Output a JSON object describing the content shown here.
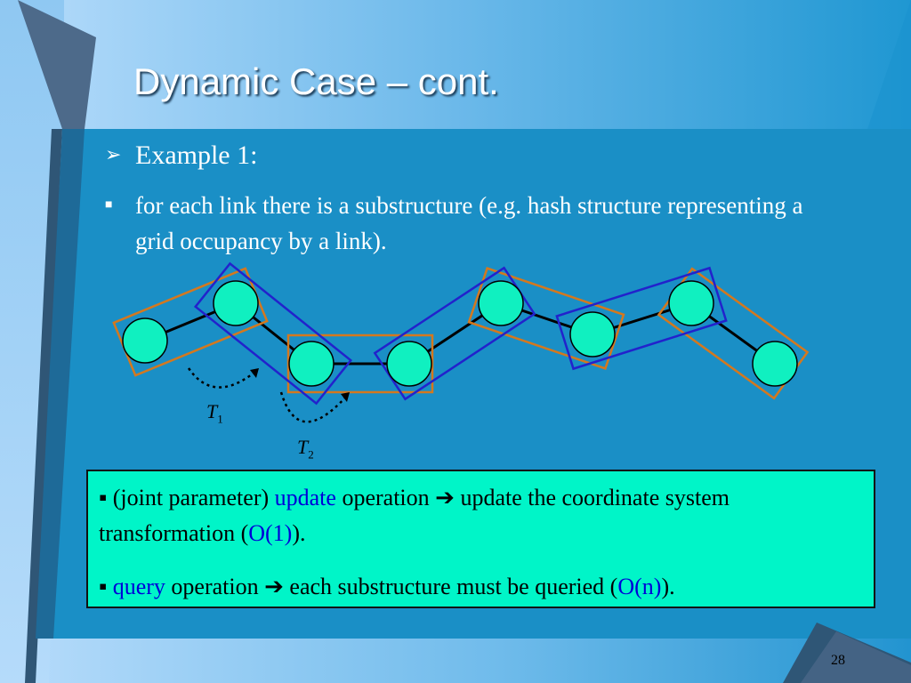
{
  "title": "Dynamic Case – cont.",
  "bullet_l1": "Example 1:",
  "bullet_l2": "for each link there is a substructure (e.g. hash structure representing a grid occupancy by a link).",
  "diagram": {
    "t1": {
      "letter": "T",
      "sub": "1"
    },
    "t2": {
      "letter": "T",
      "sub": "2"
    }
  },
  "box": {
    "line1": {
      "pre": "(joint parameter)",
      "keyword": "update",
      "mid": "operation",
      "post": "update the coordinate system transformation ",
      "open": "(",
      "complexity": "O(1)",
      "close": ")."
    },
    "line2": {
      "keyword": "query",
      "mid": "operation",
      "post": "each substructure must be queried (",
      "complexity": "O(n)",
      "close": ")."
    }
  },
  "page_number": "28",
  "colors": {
    "joint_fill": "#10f0c0",
    "box_fill": "#00f5c8",
    "orange_box": "#d4781e",
    "blue_box": "#2222cc",
    "keyword": "#0000d8"
  }
}
